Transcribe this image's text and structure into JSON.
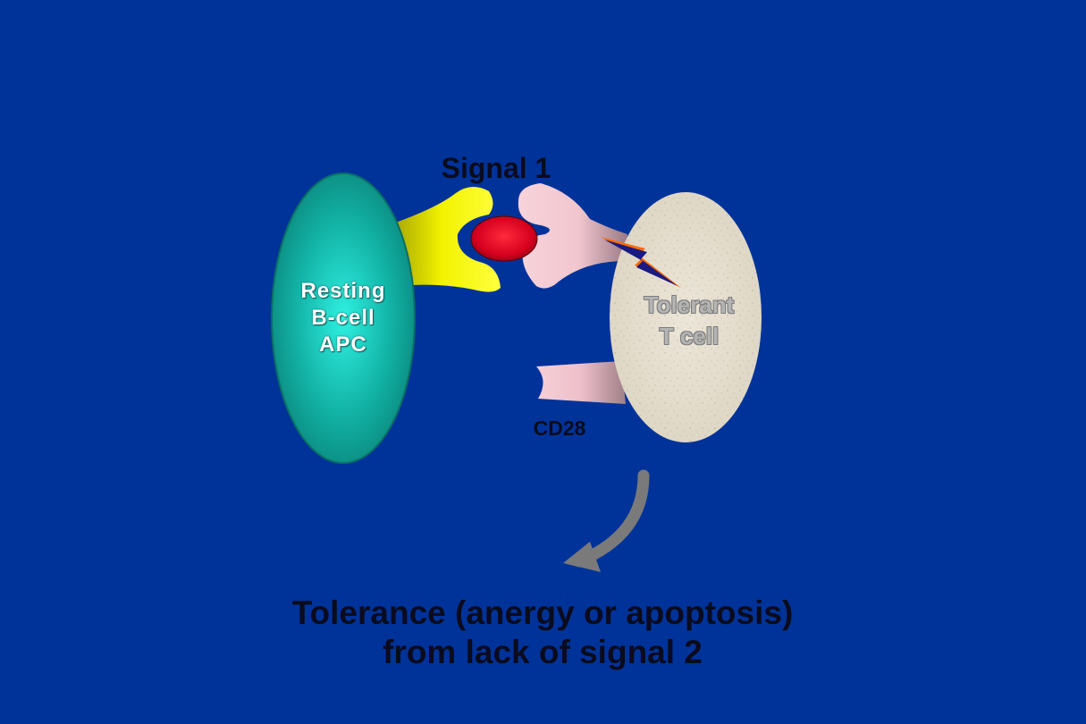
{
  "signal_label": "Signal 1",
  "cd28_label": "CD28",
  "b_cell": {
    "lines": [
      "Resting",
      "B-cell",
      "APC"
    ]
  },
  "t_cell": {
    "lines": [
      "Tolerant",
      "T cell"
    ]
  },
  "caption": {
    "lines": [
      "Tolerance (anergy or apoptosis)",
      "from lack of signal 2"
    ]
  },
  "colors": {
    "background": "#003399",
    "b_cell": "#12b3a6",
    "mhc": "#f2f200",
    "antigen": "#e0102a",
    "tcr": "#f2c6cf",
    "t_cell": "#e9e2d3",
    "arrow": "#7a7a7a",
    "text_dark": "#0b0b1e"
  },
  "icons": {
    "b_cell": "ellipse-cell-icon",
    "t_cell": "ellipse-cell-icon",
    "mhc": "mhc-receptor-shape",
    "antigen": "antigen-oval",
    "tcr": "tcr-receptor-shape",
    "cd28": "cd28-receptor-shape",
    "signal": "lightning-bolt-icon",
    "arrow": "curved-arrow-icon"
  }
}
